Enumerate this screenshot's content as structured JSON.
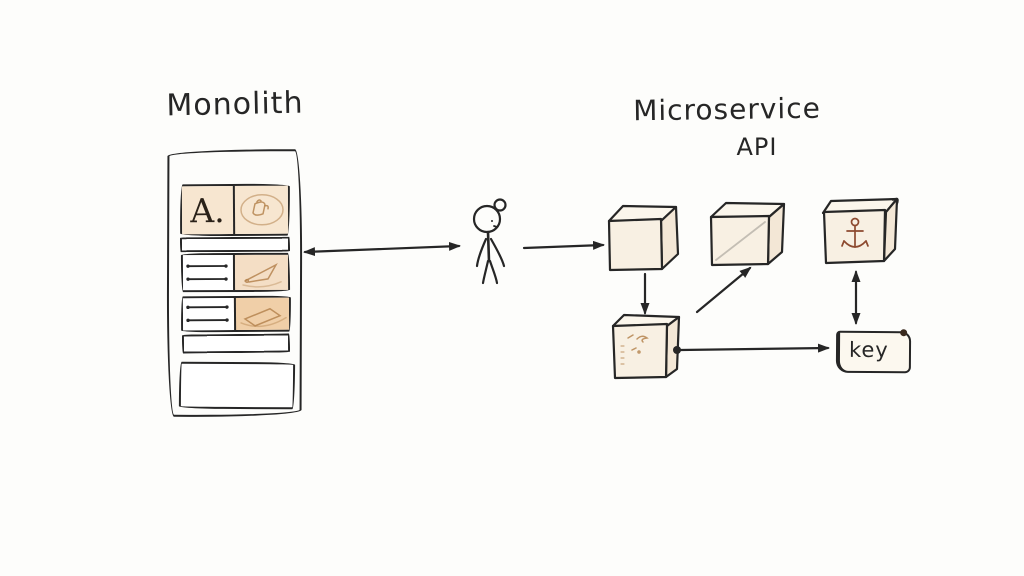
{
  "monolith": {
    "title": "Monolith",
    "module_label": "A."
  },
  "microservice": {
    "title": "Microservice",
    "subtitle": "API"
  },
  "key_box": {
    "label": "key"
  },
  "icons": [
    "person-icon",
    "mug-doodle-icon",
    "measure-lines-icon",
    "plane-doodle-icon",
    "package-doodle-icon",
    "anchor-icon",
    "scribble-icon",
    "arrow-icon"
  ],
  "colors": {
    "background": "#fdfdfb",
    "ink": "#262626",
    "peach_light": "#f7e6d0",
    "peach_medium": "#f4dec5",
    "peach_dark": "#f0cfa8",
    "cube_fill": "#f8f0e3",
    "cube_side_fill": "#f3e7d6",
    "key_fill": "#fcf8ef",
    "sketch_brown": "#b5844f",
    "anchor_brown": "#8d4a30"
  }
}
